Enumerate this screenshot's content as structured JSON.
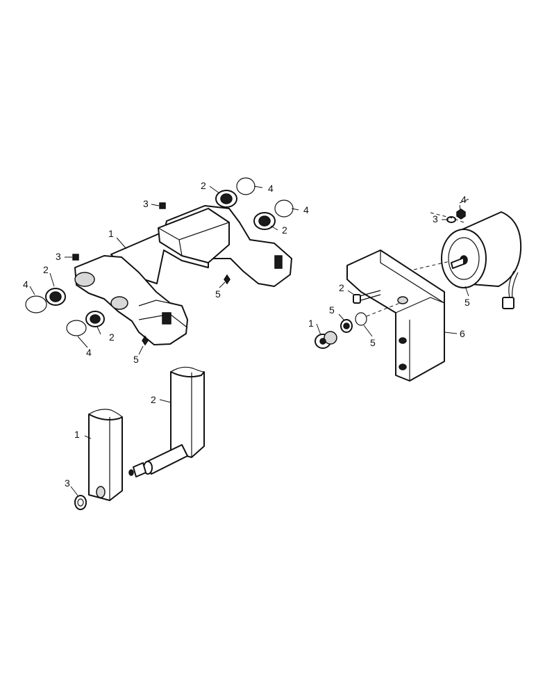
{
  "figure": {
    "assembly_a": {
      "callouts": [
        "1",
        "2",
        "2",
        "2",
        "2",
        "3",
        "3",
        "4",
        "4",
        "4",
        "4",
        "5",
        "5"
      ]
    },
    "assembly_b": {
      "callouts": [
        "1",
        "2",
        "3"
      ]
    },
    "assembly_c": {
      "callouts": [
        "1",
        "2",
        "3",
        "4",
        "5",
        "5",
        "5",
        "6"
      ]
    }
  }
}
